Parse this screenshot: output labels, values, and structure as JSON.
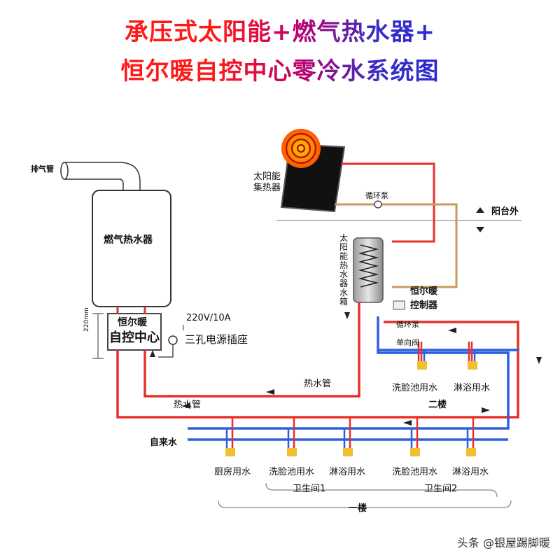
{
  "title": {
    "line1": "承压式太阳能+燃气热水器+",
    "line2": "恒尔暖自控中心零冷水系统图"
  },
  "labels": {
    "exhaust_pipe": "排气管",
    "gas_water_heater": "燃气热水器",
    "control_center_line1": "恒尔暖",
    "control_center_line2": "自控中心",
    "dimension_220": "220mm",
    "power_spec": "220V/10A",
    "power_socket": "三孔电源插座",
    "solar_collector_line1": "太阳能",
    "solar_collector_line2": "集热器",
    "circulation_pump_top": "循环泵",
    "balcony_outside": "阳台外",
    "solar_tank_vertical": "太阳能热水器水箱",
    "controller_line1": "恒尔暖",
    "controller_line2": "控制器",
    "circulation_pump_mid": "循环泵",
    "check_valve": "单向阀",
    "hot_water_pipe_mid": "热水管",
    "hot_water_pipe_low": "热水管",
    "tap_water": "自来水",
    "second_floor": "二楼",
    "first_floor": "一楼",
    "bathroom1": "卫生间1",
    "bathroom2": "卫生间2"
  },
  "outlets_2f": [
    "洗脸池用水",
    "淋浴用水"
  ],
  "outlets_1f": [
    "厨房用水",
    "洗脸池用水",
    "淋浴用水",
    "洗脸池用水",
    "淋浴用水"
  ],
  "watermark": "头条 @银屋踢脚暖",
  "colors": {
    "hot_pipe": "#e8302a",
    "cold_pipe": "#2f5fe0",
    "return_pipe": "#c89a5a",
    "title_start": "#ff1a1a",
    "title_end": "#2a2ad0"
  }
}
